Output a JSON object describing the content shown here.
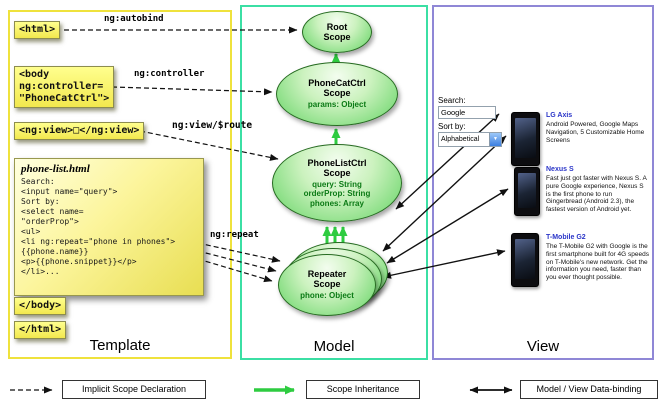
{
  "panels": {
    "template": "Template",
    "model": "Model",
    "view": "View"
  },
  "template": {
    "html_open": "<html>",
    "body_open": "<body\nng:controller=\n\"PhoneCatCtrl\">",
    "ng_view": "<ng:view>□</ng:view>",
    "file_title": "phone-list.html",
    "code": "Search:\n<input name=\"query\">\nSort by:\n<select name=\n\"orderProp\">\n<ul>\n<li ng:repeat=\"phone in phones\">\n{{phone.name}}\n<p>{{phone.snippet}}</p>\n</li>...",
    "body_close": "</body>",
    "html_close": "</html>"
  },
  "arrow_labels": {
    "autobind": "ng:autobind",
    "controller": "ng:controller",
    "view_route": "ng:view/$route",
    "repeat": "ng:repeat"
  },
  "model": {
    "root": {
      "title": "Root\nScope"
    },
    "phonecat": {
      "title": "PhoneCatCtrl\nScope",
      "props": "params: Object"
    },
    "phonelist": {
      "title": "PhoneListCtrl\nScope",
      "props": "query: String\norderProp: String\nphones: Array"
    },
    "repeater": {
      "title": "Repeater\nScope",
      "props": "phone: Object"
    }
  },
  "view": {
    "search_label": "Search:",
    "search_value": "Google",
    "sort_label": "Sort by:",
    "sort_value": "Alphabetical",
    "phones": [
      {
        "name": "LG Axis",
        "snippet": "Android Powered, Google Maps Navigation, 5 Customizable Home Screens"
      },
      {
        "name": "Nexus S",
        "snippet": "Fast just got faster with Nexus S. A pure Google experience, Nexus S is the first phone to run Gingerbread (Android 2.3), the fastest version of Android yet."
      },
      {
        "name": "T-Mobile G2",
        "snippet": "The T-Mobile G2 with Google is the first smartphone built for 4G speeds on T-Mobile's new network. Get the information you need, faster than you ever thought possible."
      }
    ]
  },
  "legend": [
    {
      "label": "Implicit Scope Declaration"
    },
    {
      "label": "Scope Inheritance"
    },
    {
      "label": "Model / View Data-binding"
    }
  ],
  "colors": {
    "template_border": "#efe23c",
    "model_border": "#3bdfa4",
    "view_border": "#8f87d6",
    "scope_green": "#5ecd61",
    "inheritance_arrow": "#2ecc40"
  }
}
